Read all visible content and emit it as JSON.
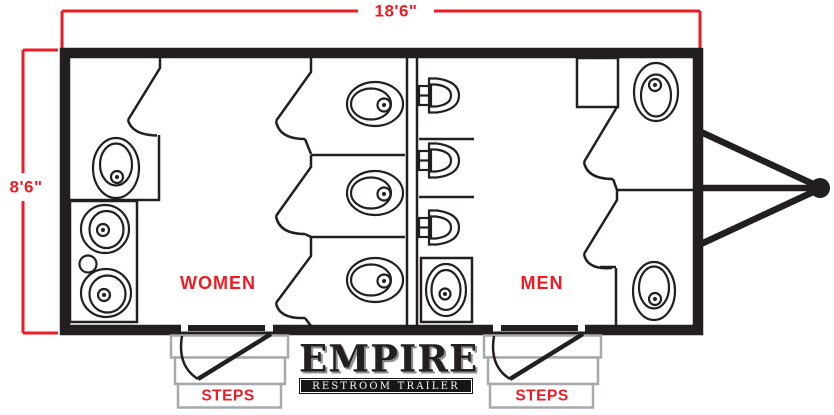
{
  "dimensions": {
    "width": "18'6\"",
    "height": "8'6\""
  },
  "rooms": {
    "women": "WOMEN",
    "men": "MEN"
  },
  "entries": {
    "left_steps": "STEPS",
    "right_steps": "STEPS"
  },
  "logo": {
    "title": "EMPIRE",
    "subtitle": "RESTROOM TRAILER"
  },
  "fixtures": {
    "women": {
      "toilets": 4,
      "sinks": 2
    },
    "men": {
      "toilets": 2,
      "urinals": 3,
      "sinks": 1
    }
  },
  "colors": {
    "accent_red": "#ed1c24",
    "line_black": "#231f20",
    "steps_gray": "#a7a9ac"
  }
}
